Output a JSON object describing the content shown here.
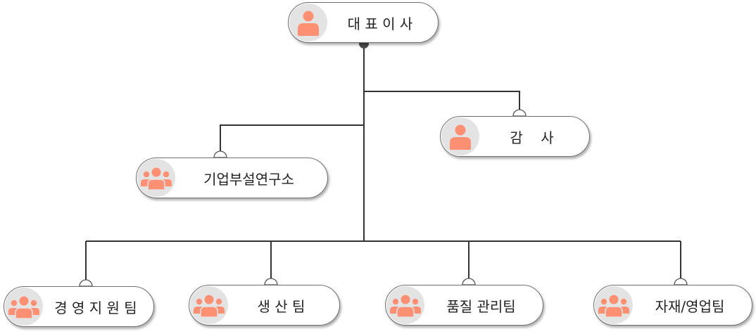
{
  "colors": {
    "icon": "#fd8f72",
    "avatar_bg": "#e3e3e3",
    "line": "#333333"
  },
  "nodes": {
    "ceo": {
      "label": "대 표 이 사",
      "icon": "person-icon"
    },
    "auditor": {
      "label": "감    사",
      "icon": "person-icon"
    },
    "rnd": {
      "label": "기업부설연구소",
      "icon": "group-icon"
    },
    "mgmt": {
      "label": "경 영 지 원 팀",
      "icon": "group-icon"
    },
    "prod": {
      "label": "생 산 팀",
      "icon": "group-icon"
    },
    "qa": {
      "label": "품질 관리팀",
      "icon": "group-icon"
    },
    "sales": {
      "label": "자재/영업팀",
      "icon": "group-icon"
    }
  }
}
